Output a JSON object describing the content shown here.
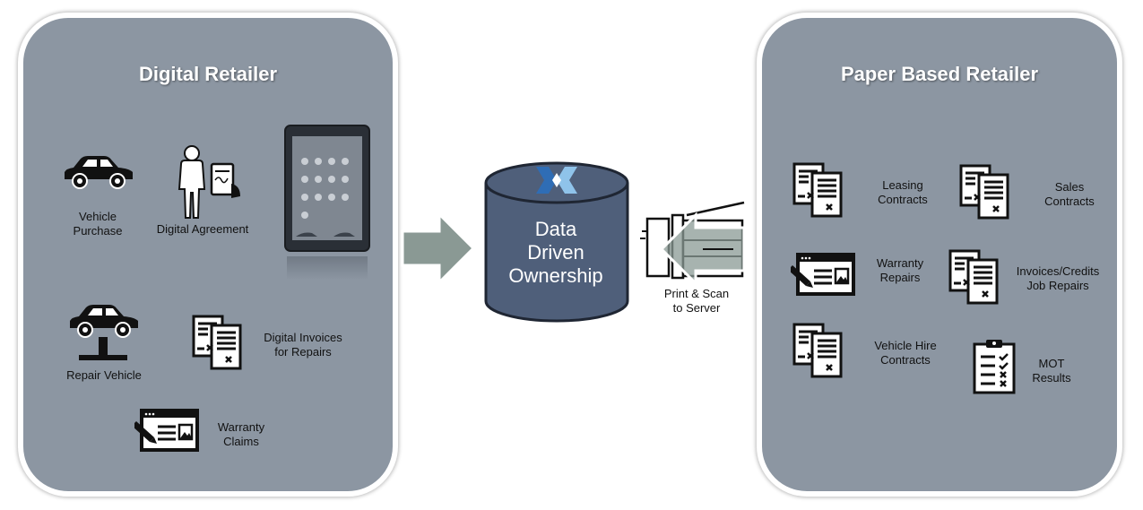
{
  "digital_retailer": {
    "title": "Digital Retailer",
    "vehicle_purchase": "Vehicle\nPurchase",
    "digital_agreement": "Digital Agreement",
    "repair_vehicle": "Repair Vehicle",
    "digital_invoices": "Digital Invoices\nfor Repairs",
    "warranty_claims": "Warranty\nClaims"
  },
  "center": {
    "database_label": "Data\nDriven\nOwnership",
    "print_scan": "Print & Scan\nto Server"
  },
  "paper_retailer": {
    "title": "Paper Based Retailer",
    "leasing_contracts": "Leasing\nContracts",
    "sales_contracts": "Sales\nContracts",
    "warranty_repairs": "Warranty\nRepairs",
    "invoices_credits": "Invoices/Credits\nJob Repairs",
    "vehicle_hire": "Vehicle Hire\nContracts",
    "mot_results": "MOT\nResults"
  },
  "colors": {
    "panel": "#8c96a2",
    "database": "#4f5f7a",
    "arrow": "#8a9994",
    "logo_blue": "#2f6db5",
    "logo_light": "#8fc3ea"
  }
}
